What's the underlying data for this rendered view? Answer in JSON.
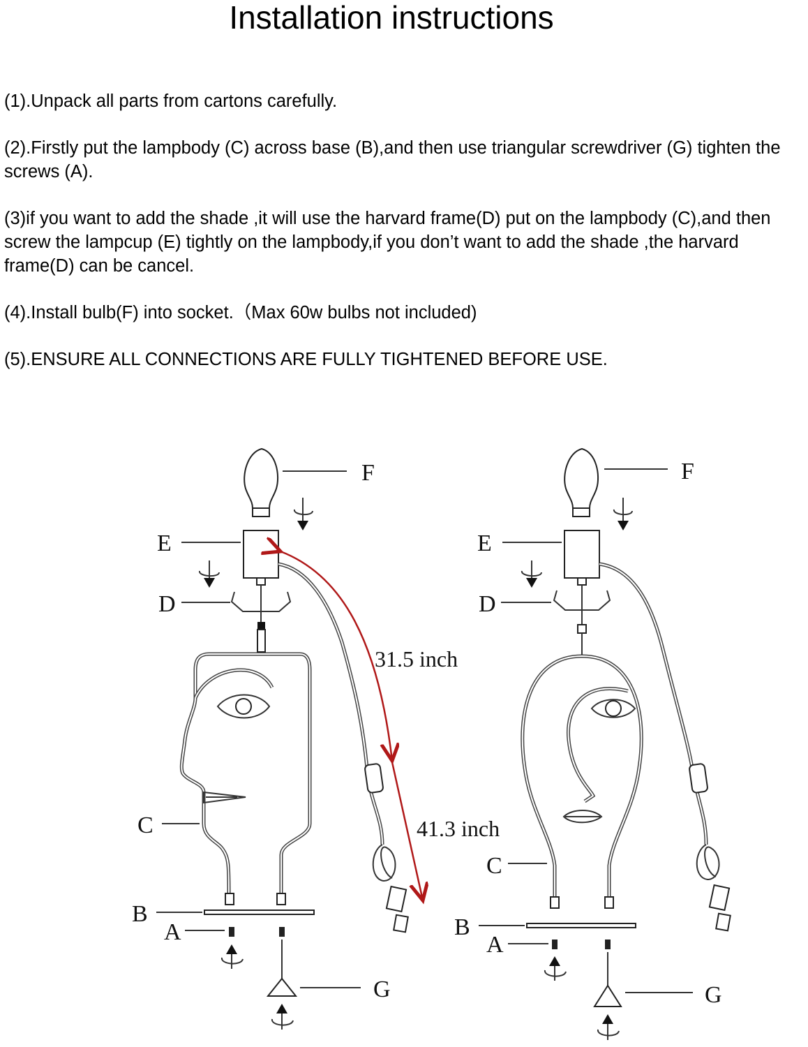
{
  "title": "Installation instructions",
  "steps": [
    "(1).Unpack all parts from cartons carefully.",
    "(2).Firstly put the lampbody (C) across base (B),and then use triangular screwdriver (G) tighten the screws (A).",
    "(3)if you want to add the shade ,it will use the harvard frame(D) put on the lampbody (C),and then screw the lampcup (E) tightly on the lampbody,if you don’t want to add the shade ,the harvard frame(D) can be cancel.",
    "(4).Install bulb(F) into socket.（Max 60w bulbs not included)",
    "(5).ENSURE ALL CONNECTIONS ARE FULLY TIGHTENED BEFORE USE."
  ],
  "diagram": {
    "part_labels": [
      "A",
      "B",
      "C",
      "D",
      "E",
      "F",
      "G"
    ],
    "dimensions": {
      "upper": "31.5 inch",
      "lower": "41.3 inch"
    },
    "accent_color": "#b01818"
  }
}
